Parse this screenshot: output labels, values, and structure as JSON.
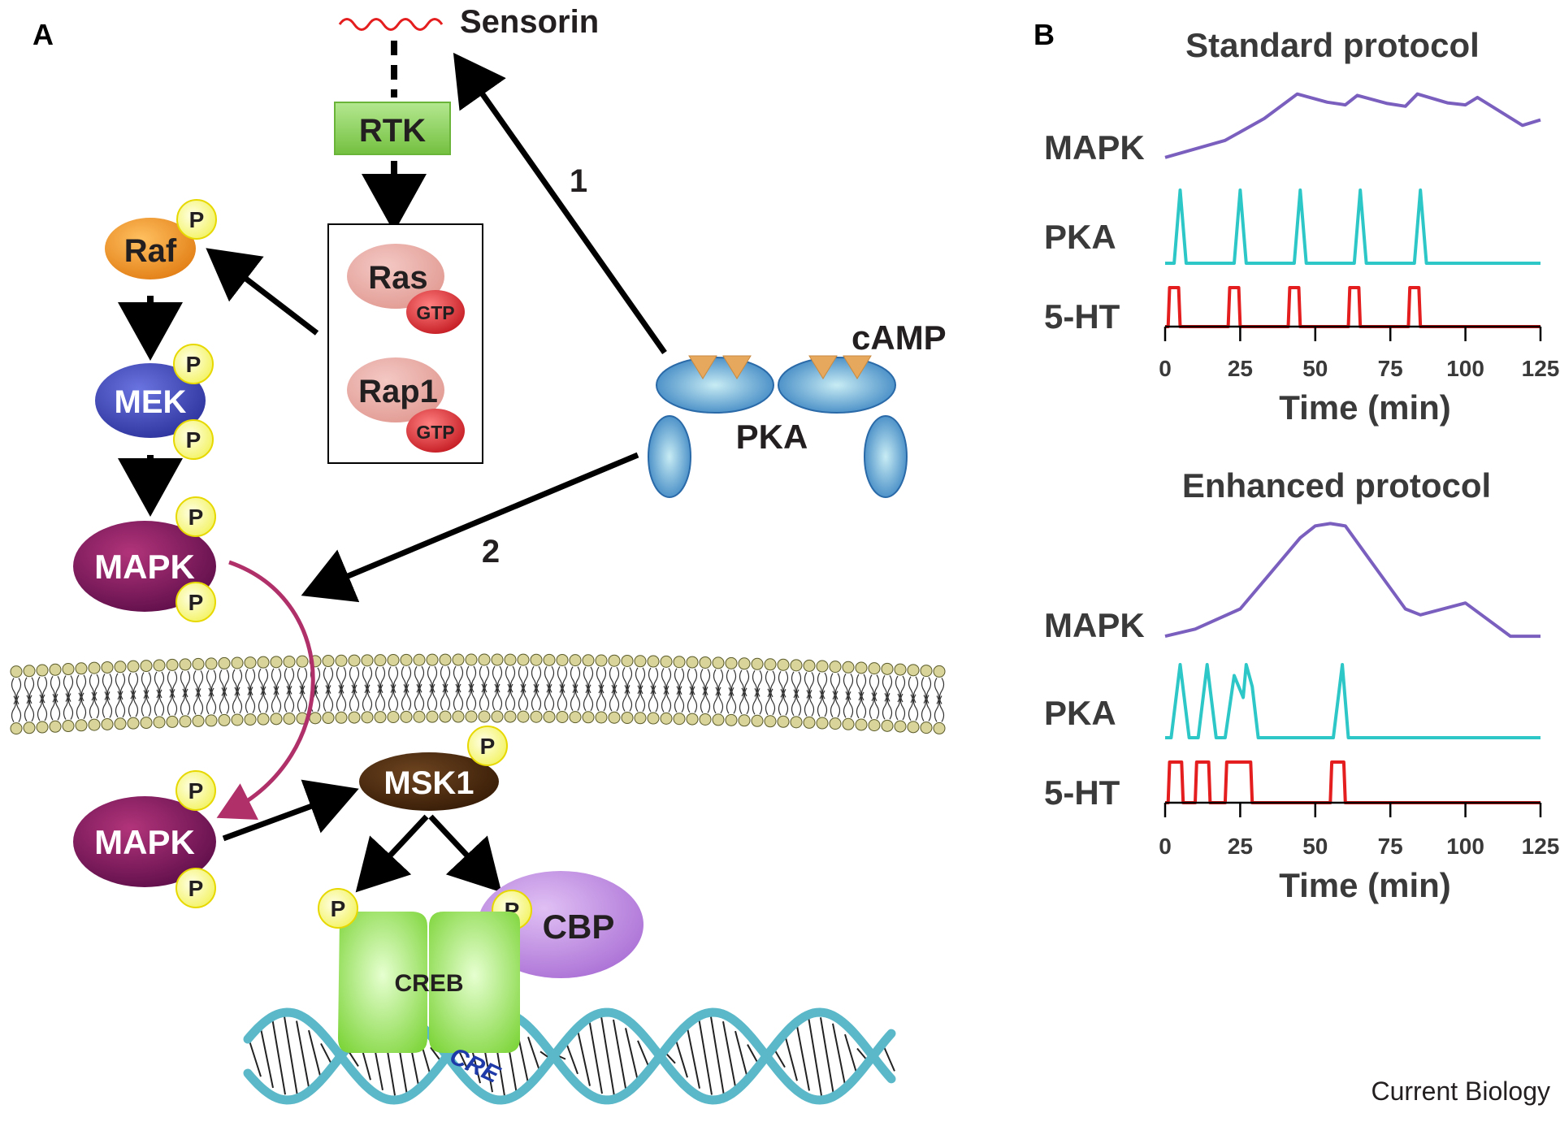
{
  "panel_a": {
    "label": "A",
    "sensorin": "Sensorin",
    "rtk": "RTK",
    "raf": "Raf",
    "mek": "MEK",
    "mapk_top": "MAPK",
    "mapk_bottom": "MAPK",
    "ras": "Ras",
    "rap1": "Rap1",
    "gtp": "GTP",
    "pka": "PKA",
    "camp": "cAMP",
    "msk1": "MSK1",
    "creb": "CREB",
    "cbp": "CBP",
    "cre": "CRE",
    "phospho": "P",
    "arrow1": "1",
    "arrow2": "2"
  },
  "panel_b": {
    "label": "B",
    "charts": [
      {
        "title": "Standard protocol",
        "rows": [
          "MAPK",
          "PKA",
          "5-HT"
        ],
        "xlabel": "Time (min)",
        "ticks": [
          "0",
          "25",
          "50",
          "75",
          "100",
          "125"
        ]
      },
      {
        "title": "Enhanced protocol",
        "rows": [
          "MAPK",
          "PKA",
          "5-HT"
        ],
        "xlabel": "Time (min)",
        "ticks": [
          "0",
          "25",
          "50",
          "75",
          "100",
          "125"
        ]
      }
    ]
  },
  "chart_data": [
    {
      "type": "line",
      "title": "Standard protocol",
      "xlabel": "Time (min)",
      "xlim": [
        0,
        125
      ],
      "series": [
        {
          "name": "MAPK",
          "color": "#7b5fbf",
          "x": [
            0,
            20,
            33,
            44,
            54,
            60,
            64,
            74,
            80,
            84,
            94,
            100,
            104,
            119,
            125
          ],
          "y": [
            0.05,
            0.3,
            0.62,
            0.98,
            0.86,
            0.82,
            0.96,
            0.84,
            0.8,
            0.98,
            0.85,
            0.82,
            0.93,
            0.52,
            0.6
          ]
        },
        {
          "name": "PKA",
          "color": "#2ec7c7",
          "x": [
            0,
            3,
            5,
            7,
            20,
            23,
            25,
            27,
            40,
            43,
            45,
            47,
            60,
            63,
            65,
            67,
            80,
            83,
            85,
            87,
            125
          ],
          "y": [
            0,
            0,
            1,
            0,
            0,
            0,
            1,
            0,
            0,
            0,
            1,
            0,
            0,
            0,
            1,
            0,
            0,
            0,
            1,
            0,
            0
          ]
        },
        {
          "name": "5-HT",
          "color": "#e41e1e",
          "x": [
            0,
            1,
            1.5,
            4.5,
            5,
            20,
            21,
            21.5,
            24.5,
            25,
            40,
            41,
            41.5,
            44.5,
            45,
            60,
            61,
            61.5,
            64.5,
            65,
            80,
            81,
            81.5,
            84.5,
            85,
            125
          ],
          "y": [
            0,
            0,
            1,
            1,
            0,
            0,
            0,
            1,
            1,
            0,
            0,
            0,
            1,
            1,
            0,
            0,
            0,
            1,
            1,
            0,
            0,
            0,
            1,
            1,
            0,
            0
          ]
        }
      ]
    },
    {
      "type": "line",
      "title": "Enhanced protocol",
      "xlabel": "Time (min)",
      "xlim": [
        0,
        125
      ],
      "series": [
        {
          "name": "MAPK",
          "color": "#7b5fbf",
          "x": [
            0,
            10,
            25,
            35,
            45,
            50,
            55,
            60,
            70,
            80,
            85,
            100,
            115,
            125
          ],
          "y": [
            0.02,
            0.08,
            0.25,
            0.55,
            0.85,
            0.95,
            0.97,
            0.95,
            0.6,
            0.25,
            0.2,
            0.3,
            0.02,
            0.02
          ]
        },
        {
          "name": "PKA",
          "color": "#2ec7c7",
          "x": [
            0,
            2,
            5,
            8,
            11,
            14,
            17,
            20,
            23,
            26,
            27,
            29,
            31,
            56,
            59,
            61,
            125
          ],
          "y": [
            0,
            0,
            1,
            0,
            0,
            1,
            0,
            0,
            0.85,
            0.55,
            1,
            0.7,
            0,
            0,
            1,
            0,
            0
          ]
        },
        {
          "name": "5-HT",
          "color": "#e41e1e",
          "x": [
            0,
            1,
            1.5,
            5.5,
            6,
            10,
            10.5,
            14.5,
            15,
            20,
            20.5,
            28.5,
            29,
            55,
            55.5,
            59.5,
            60,
            125
          ],
          "y": [
            0,
            0,
            1,
            1,
            0,
            0,
            1,
            1,
            0,
            0,
            1,
            1,
            0,
            0,
            1,
            1,
            0,
            0
          ]
        }
      ]
    }
  ],
  "footer": {
    "journal": "Current Biology"
  },
  "colors": {
    "mapk_line": "#7b5fbf",
    "pka_line": "#2ec7c7",
    "serotonin_line": "#e41e1e",
    "phospho_fill": "#ffff99",
    "rtk_fill": "#8cd05a",
    "pka_fill": "#2e86c1",
    "msk1_fill": "#4a2a0e",
    "mapk_fill": "#7a1660",
    "creb_fill": "#8fe04a",
    "cbp_fill": "#b57ddb"
  }
}
